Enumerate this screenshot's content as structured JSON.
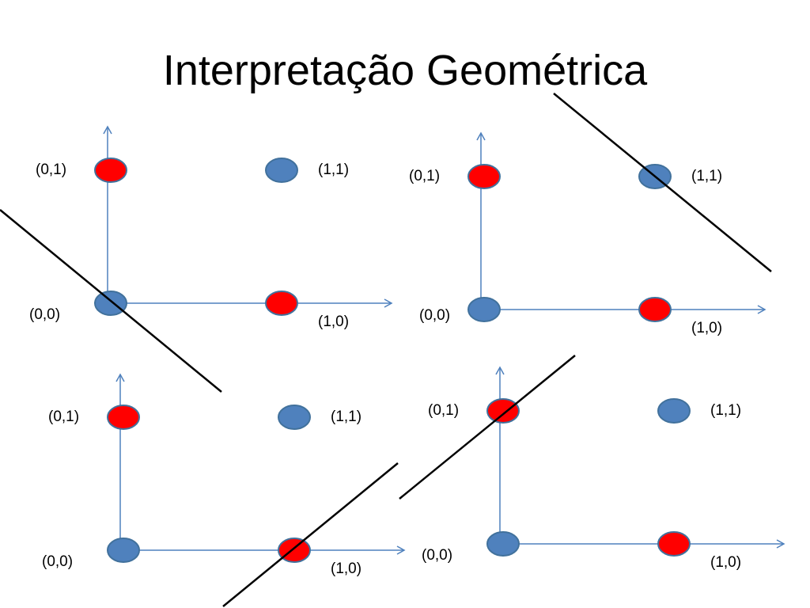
{
  "slide": {
    "title": "Interpretação Geométrica"
  },
  "colors": {
    "axis": "#4f81bd",
    "red_point_fill": "#ff0000",
    "blue_point_fill": "#4f81bd",
    "point_stroke": "#41719c",
    "separator_line": "#000000"
  },
  "panels": [
    {
      "name": "top-left",
      "points": [
        {
          "label": "(0,1)",
          "color": "red"
        },
        {
          "label": "(1,1)",
          "color": "blue"
        },
        {
          "label": "(0,0)",
          "color": "blue"
        },
        {
          "label": "(1,0)",
          "color": "red"
        }
      ]
    },
    {
      "name": "top-right",
      "points": [
        {
          "label": "(0,1)",
          "color": "red"
        },
        {
          "label": "(1,1)",
          "color": "blue"
        },
        {
          "label": "(0,0)",
          "color": "blue"
        },
        {
          "label": "(1,0)",
          "color": "red"
        }
      ]
    },
    {
      "name": "bottom-left",
      "points": [
        {
          "label": "(0,1)",
          "color": "red"
        },
        {
          "label": "(1,1)",
          "color": "blue"
        },
        {
          "label": "(0,0)",
          "color": "blue"
        },
        {
          "label": "(1,0)",
          "color": "red"
        }
      ]
    },
    {
      "name": "bottom-right",
      "points": [
        {
          "label": "(0,1)",
          "color": "red"
        },
        {
          "label": "(1,1)",
          "color": "blue"
        },
        {
          "label": "(0,0)",
          "color": "blue"
        },
        {
          "label": "(1,0)",
          "color": "red"
        }
      ]
    }
  ]
}
